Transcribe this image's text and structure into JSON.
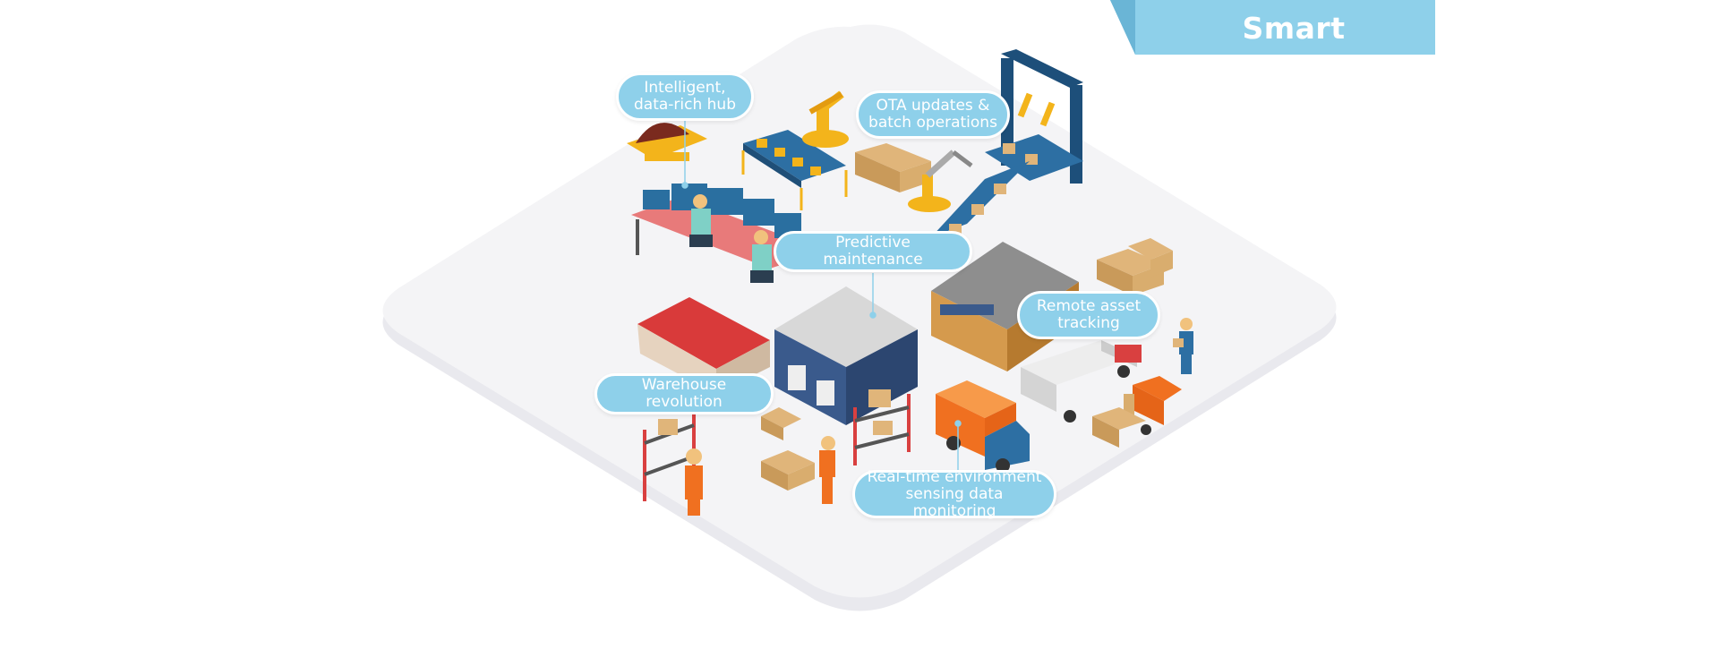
{
  "title": "Smart Warehouse",
  "labels": {
    "hub": "Intelligent,\ndata-rich hub",
    "ota": "OTA updates &\nbatch operations",
    "predictive": "Predictive maintenance",
    "remote": "Remote asset\ntracking",
    "revolution": "Warehouse revolution",
    "sensing": "Real-time environment\nsensing data monitoring"
  },
  "colors": {
    "accent": "#8ed0ea",
    "accent_dark": "#5fb8dc",
    "platform": "#f2f2f4",
    "roof_red": "#d93a3a",
    "warehouse_blue": "#3a5a8c",
    "box": "#e0b57a",
    "robot_yellow": "#f3b41b",
    "truck_orange": "#f07020"
  }
}
